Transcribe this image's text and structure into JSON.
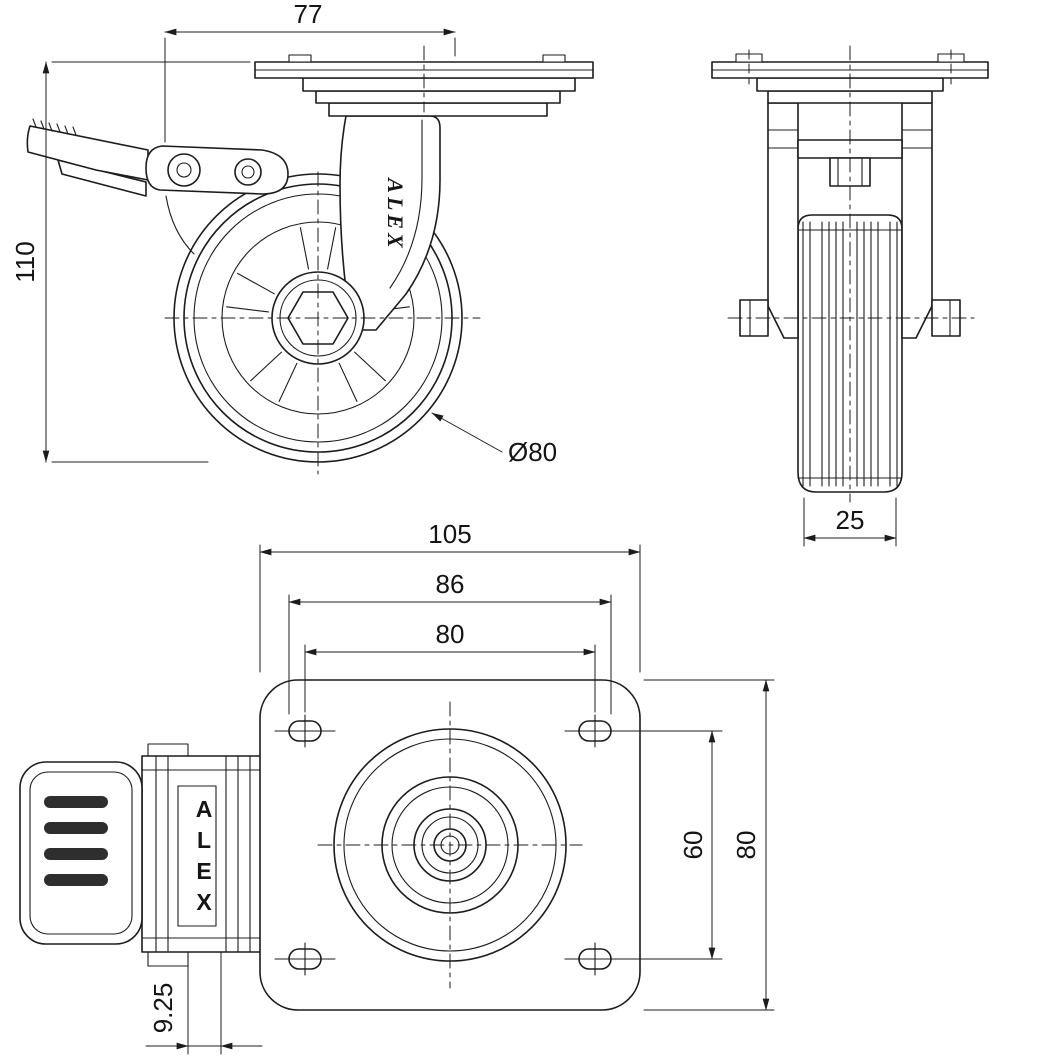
{
  "drawing": {
    "colors": {
      "line": "#1c1c1c",
      "background": "#ffffff",
      "slot_fill": "#2e2e2e"
    },
    "views": {
      "side": {
        "dim_top_width": "77",
        "dim_height": "110",
        "dim_wheel_diameter": "Ø80",
        "brand": "ALEX"
      },
      "front": {
        "dim_wheel_width": "25"
      },
      "plate": {
        "dim_plate_length": "105",
        "dim_slot_span": "86",
        "dim_bolt_span": "80",
        "dim_bolt_span_vertical": "60",
        "dim_plate_width": "80",
        "dim_pedal_offset": "9.25",
        "brand": "ALEX"
      }
    }
  }
}
